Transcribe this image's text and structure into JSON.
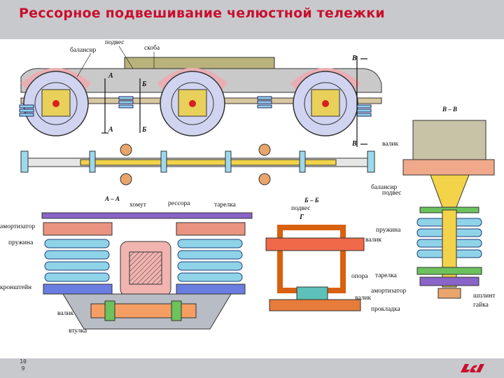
{
  "header": {
    "title": "Рессорное подвешивание челюстной тележки"
  },
  "footer": {
    "page_number": "10\n9"
  },
  "colors": {
    "title_red": "#c8102e",
    "header_gray": "#c8c9cd",
    "spring_blue": "#8fd3e8",
    "balancer_pink": "#f2c0c4",
    "frame_olive": "#a39b5c",
    "shaft_orange": "#e77b3a",
    "plate_purple": "#8a64c8"
  },
  "logo": {
    "icon": "rzd-logo-icon"
  },
  "diagram": {
    "labels": {
      "podves": "подвес",
      "balansir": "балансир",
      "skoba": "скоба",
      "khomut": "хомут",
      "ressora": "рессора",
      "tarelka": "тарелка",
      "amortizator": "амортизатор",
      "pruzhina": "пружина",
      "kronshtein": "кронштейн",
      "valik": "валик",
      "vtulka": "втулка",
      "opora": "опора",
      "prokladka": "прокладка",
      "shplint": "шплинт",
      "gaika": "гайка"
    },
    "section_titles": {
      "aa": "А – А",
      "bb": "Б – Б",
      "vv": "В – В"
    },
    "markers": {
      "a": "А",
      "b": "Б",
      "v": "В",
      "g": "Г"
    }
  }
}
